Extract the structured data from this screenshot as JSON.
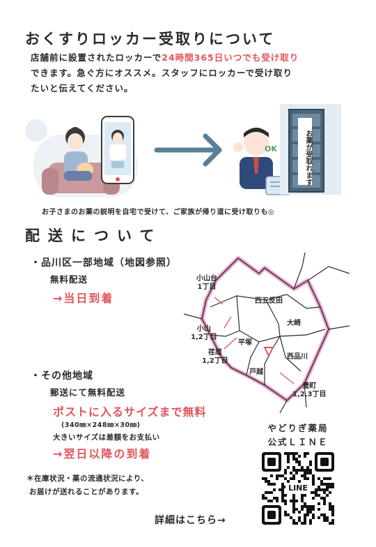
{
  "locker": {
    "title": "おくすりロッカー受取りについて",
    "line1_prefix": "店舗前に設置されたロッカーで",
    "line1_highlight": "24時間365日いつでも受け取り",
    "line2": "できます。急ぐ方にオススメ。スタッフにロッカーで受け取り",
    "line3": "たいと伝えてください。",
    "caption": "お子さまのお薬の説明を自宅で受けて、ご家族が帰り道に受け取りも◎",
    "locker_sign": "お薬が受取れます",
    "ok_text": "OK"
  },
  "delivery": {
    "title": "配送について",
    "area1": {
      "heading": "・品川区一部地域（地図参照）",
      "fee": "無料配送",
      "arrival": "→当日到着"
    },
    "area2": {
      "heading": "・その他地域",
      "fee": "郵送にて無料配送",
      "highlight": "ポストに入るサイズまで無料",
      "size": "(340㎜×248㎜×30㎜)",
      "large_note": "大きいサイズは差額をお支払い",
      "arrival": "→翌日以降の到着"
    },
    "note_line1": "＊在庫状況・薬の流通状況により、",
    "note_line2": "お届けが送れることがあります。"
  },
  "map": {
    "labels": {
      "koyamadai": "小山台\n1丁目",
      "nishigotanda": "西五反田",
      "osaki": "大崎",
      "koyama": "小山\n1,2丁目",
      "hiratsuka": "平塚",
      "ebara": "荏原\n1,2丁目",
      "nishishinagawa": "西品川",
      "togoshi": "戸越",
      "yutakacho": "豊町\n1,2,3丁目"
    },
    "highlight_color": "#e8a0c8"
  },
  "line": {
    "title_line1": "やどりぎ薬局",
    "title_line2": "公式ＬＩＮＥ",
    "qr_label": "LINE",
    "details": "詳細はこちら→"
  },
  "colors": {
    "accent_red": "#e0555a",
    "arrow_blue": "#5a7f96"
  }
}
